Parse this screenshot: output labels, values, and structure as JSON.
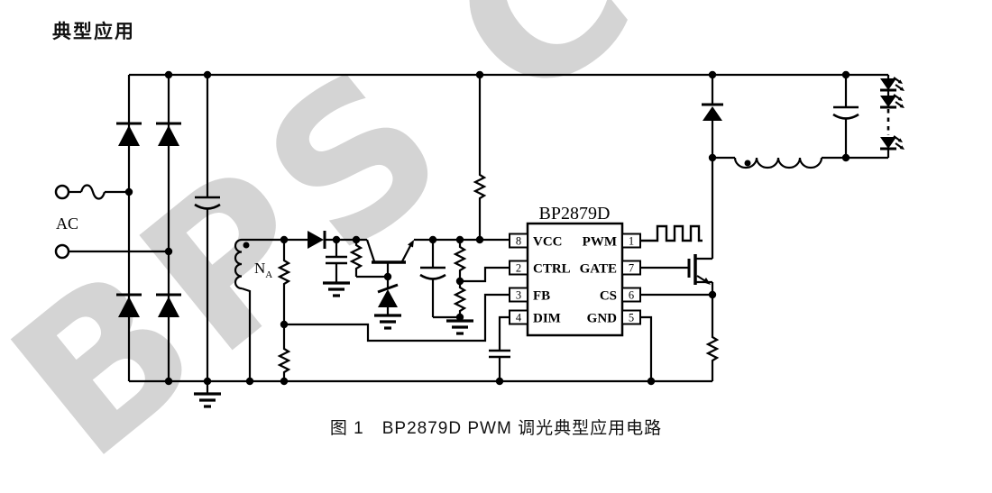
{
  "page": {
    "title": "典型应用",
    "caption": "图 1　BP2879D PWM 调光典型应用电路"
  },
  "watermark": {
    "text": "BPS Confidential",
    "style": "color:#d4d4d4"
  },
  "ic": {
    "name": "BP2879D",
    "left_pins": [
      {
        "num": "8",
        "label": "VCC"
      },
      {
        "num": "2",
        "label": "CTRL"
      },
      {
        "num": "3",
        "label": "FB"
      },
      {
        "num": "4",
        "label": "DIM"
      }
    ],
    "right_pins": [
      {
        "num": "1",
        "label": "PWM"
      },
      {
        "num": "7",
        "label": "GATE"
      },
      {
        "num": "6",
        "label": "CS"
      },
      {
        "num": "5",
        "label": "GND"
      }
    ]
  },
  "labels": {
    "ac_input": "AC",
    "aux_winding": "N",
    "aux_winding_subscript": "A"
  },
  "colors": {
    "line": "#000000",
    "background": "#ffffff",
    "watermark": "#d4d4d4"
  }
}
